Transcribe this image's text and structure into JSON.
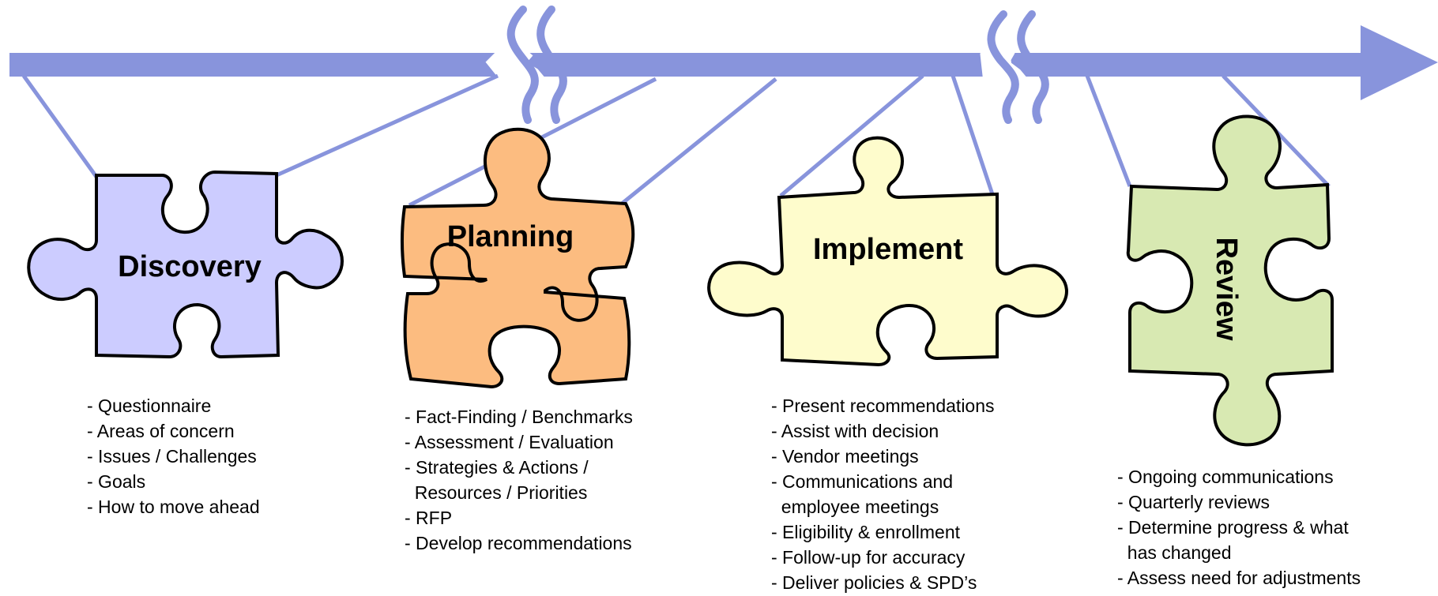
{
  "colors": {
    "timeline": "#8894dc",
    "outline": "#000000",
    "text": "#000000"
  },
  "stages": [
    {
      "title": "Discovery",
      "color": "#ccccff",
      "items": [
        "- Questionnaire",
        "- Areas of concern",
        "- Issues / Challenges",
        "- Goals",
        "- How to move ahead"
      ]
    },
    {
      "title": "Planning",
      "color": "#fcbc80",
      "items": [
        "- Fact-Finding / Benchmarks",
        "- Assessment / Evaluation",
        "- Strategies & Actions /",
        "  Resources / Priorities",
        "- RFP",
        "- Develop recommendations"
      ]
    },
    {
      "title": "Implement",
      "color": "#fefccc",
      "items": [
        "- Present recommendations",
        "- Assist with decision",
        "- Vendor meetings",
        "- Communications and",
        "  employee meetings",
        "- Eligibility & enrollment",
        "- Follow-up for accuracy",
        "- Deliver policies & SPD’s"
      ]
    },
    {
      "title": "Review",
      "color": "#d8e9b2",
      "items": [
        "- Ongoing communications",
        "- Quarterly reviews",
        "- Determine progress & what",
        "  has changed",
        "- Assess need for adjustments"
      ]
    }
  ]
}
